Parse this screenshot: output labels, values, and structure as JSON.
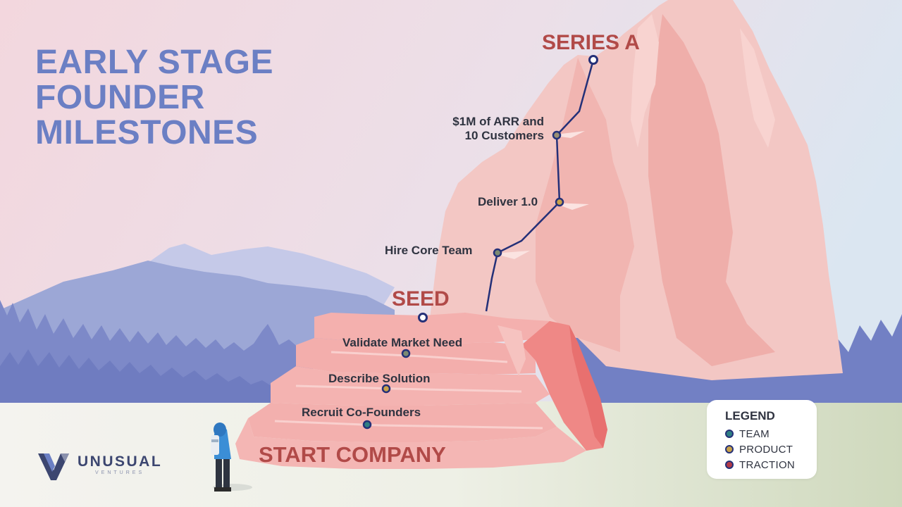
{
  "title": {
    "line1": "EARLY STAGE",
    "line2": "FOUNDER",
    "line3": "MILESTONES"
  },
  "stages": {
    "series_a": "SERIES A",
    "seed": "SEED",
    "start": "START COMPANY"
  },
  "milestones": {
    "arr_line1": "$1M of ARR and",
    "arr_line2": "10 Customers",
    "deliver": "Deliver 1.0",
    "hire": "Hire Core Team",
    "validate": "Validate Market Need",
    "describe": "Describe Solution",
    "recruit": "Recruit Co-Founders"
  },
  "legend": {
    "title": "LEGEND",
    "items": [
      {
        "label": "TEAM",
        "color": "#2f7f83"
      },
      {
        "label": "PRODUCT",
        "color": "#c9a24a"
      },
      {
        "label": "TRACTION",
        "color": "#b23a48"
      }
    ]
  },
  "logo": {
    "name": "UNUSUAL",
    "sub": "VENTURES"
  },
  "colors": {
    "title": "#6b7fc4",
    "stage_label": "#b14a48",
    "path_line": "#243078",
    "rock": "#f5b8b3"
  }
}
